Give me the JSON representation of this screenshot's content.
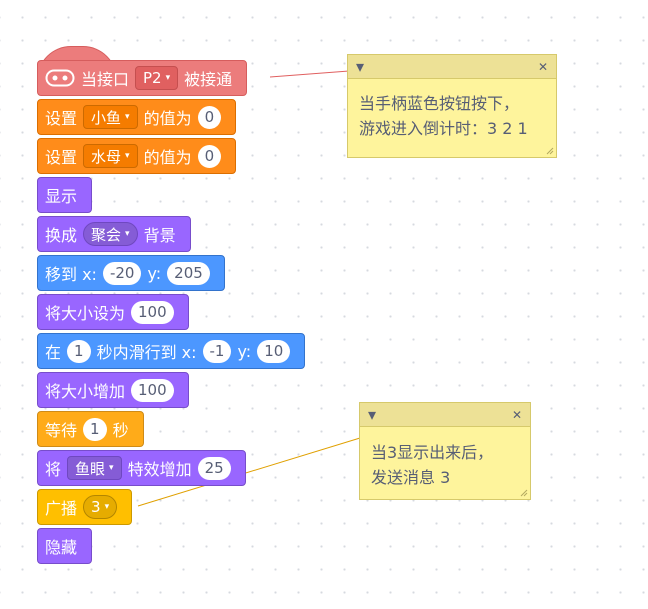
{
  "script": {
    "hat": {
      "label_when": "当接口",
      "port": "P2",
      "label_connected": "被接通"
    },
    "set_fish": {
      "label_set": "设置",
      "variable": "小鱼",
      "label_value": "的值为",
      "value": "0"
    },
    "set_jelly": {
      "label_set": "设置",
      "variable": "水母",
      "label_value": "的值为",
      "value": "0"
    },
    "show": {
      "label": "显示"
    },
    "switch_backdrop": {
      "label_switch": "换成",
      "backdrop": "聚会",
      "label_backdrop": "背景"
    },
    "goto": {
      "label": "移到 x:",
      "x": "-20",
      "label_y": "y:",
      "y": "205"
    },
    "set_size": {
      "label": "将大小设为",
      "value": "100"
    },
    "glide": {
      "label_in": "在",
      "secs": "1",
      "label_glide": "秒内滑行到 x:",
      "x": "-1",
      "label_y": "y:",
      "y": "10"
    },
    "change_size": {
      "label": "将大小增加",
      "value": "100"
    },
    "wait": {
      "label_wait": "等待",
      "secs": "1",
      "label_sec": "秒"
    },
    "change_effect": {
      "label_change": "将",
      "effect": "鱼眼",
      "label_by": "特效增加",
      "value": "25"
    },
    "broadcast": {
      "label": "广播",
      "message": "3"
    },
    "hide": {
      "label": "隐藏"
    }
  },
  "comments": [
    {
      "lines": [
        "当手柄蓝色按钮按下，",
        "游戏进入倒计时：3 2 1"
      ]
    },
    {
      "lines": [
        "当3显示出来后，",
        "发送消息 3"
      ]
    }
  ],
  "icons": {
    "collapse": "▾",
    "close": "✕",
    "dropdown": "▾"
  },
  "colors": {
    "event_hat": "#ec7c7c",
    "variables": "#ff8c1a",
    "looks": "#9966ff",
    "motion": "#4c97ff",
    "control": "#ffab19",
    "events": "#ffbf00",
    "comment": "#fef49c"
  }
}
